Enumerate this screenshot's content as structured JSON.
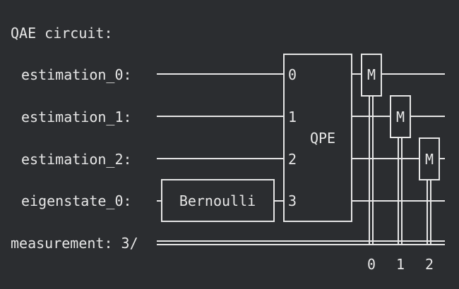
{
  "title": "QAE circuit:",
  "qubits": [
    {
      "label": "estimation_0:"
    },
    {
      "label": "estimation_1:"
    },
    {
      "label": "estimation_2:"
    },
    {
      "label": "eigenstate_0:"
    }
  ],
  "classical": {
    "label": "measurement: 3/"
  },
  "gates": {
    "bernoulli": {
      "label": "Bernoulli"
    },
    "qpe": {
      "label": "QPE",
      "pins": [
        "0",
        "1",
        "2",
        "3"
      ]
    }
  },
  "measurements": [
    {
      "label": "M",
      "bit": "0"
    },
    {
      "label": "M",
      "bit": "1"
    },
    {
      "label": "M",
      "bit": "2"
    }
  ],
  "colors": {
    "background": "#2b2d30",
    "foreground": "#e6e6e6"
  }
}
